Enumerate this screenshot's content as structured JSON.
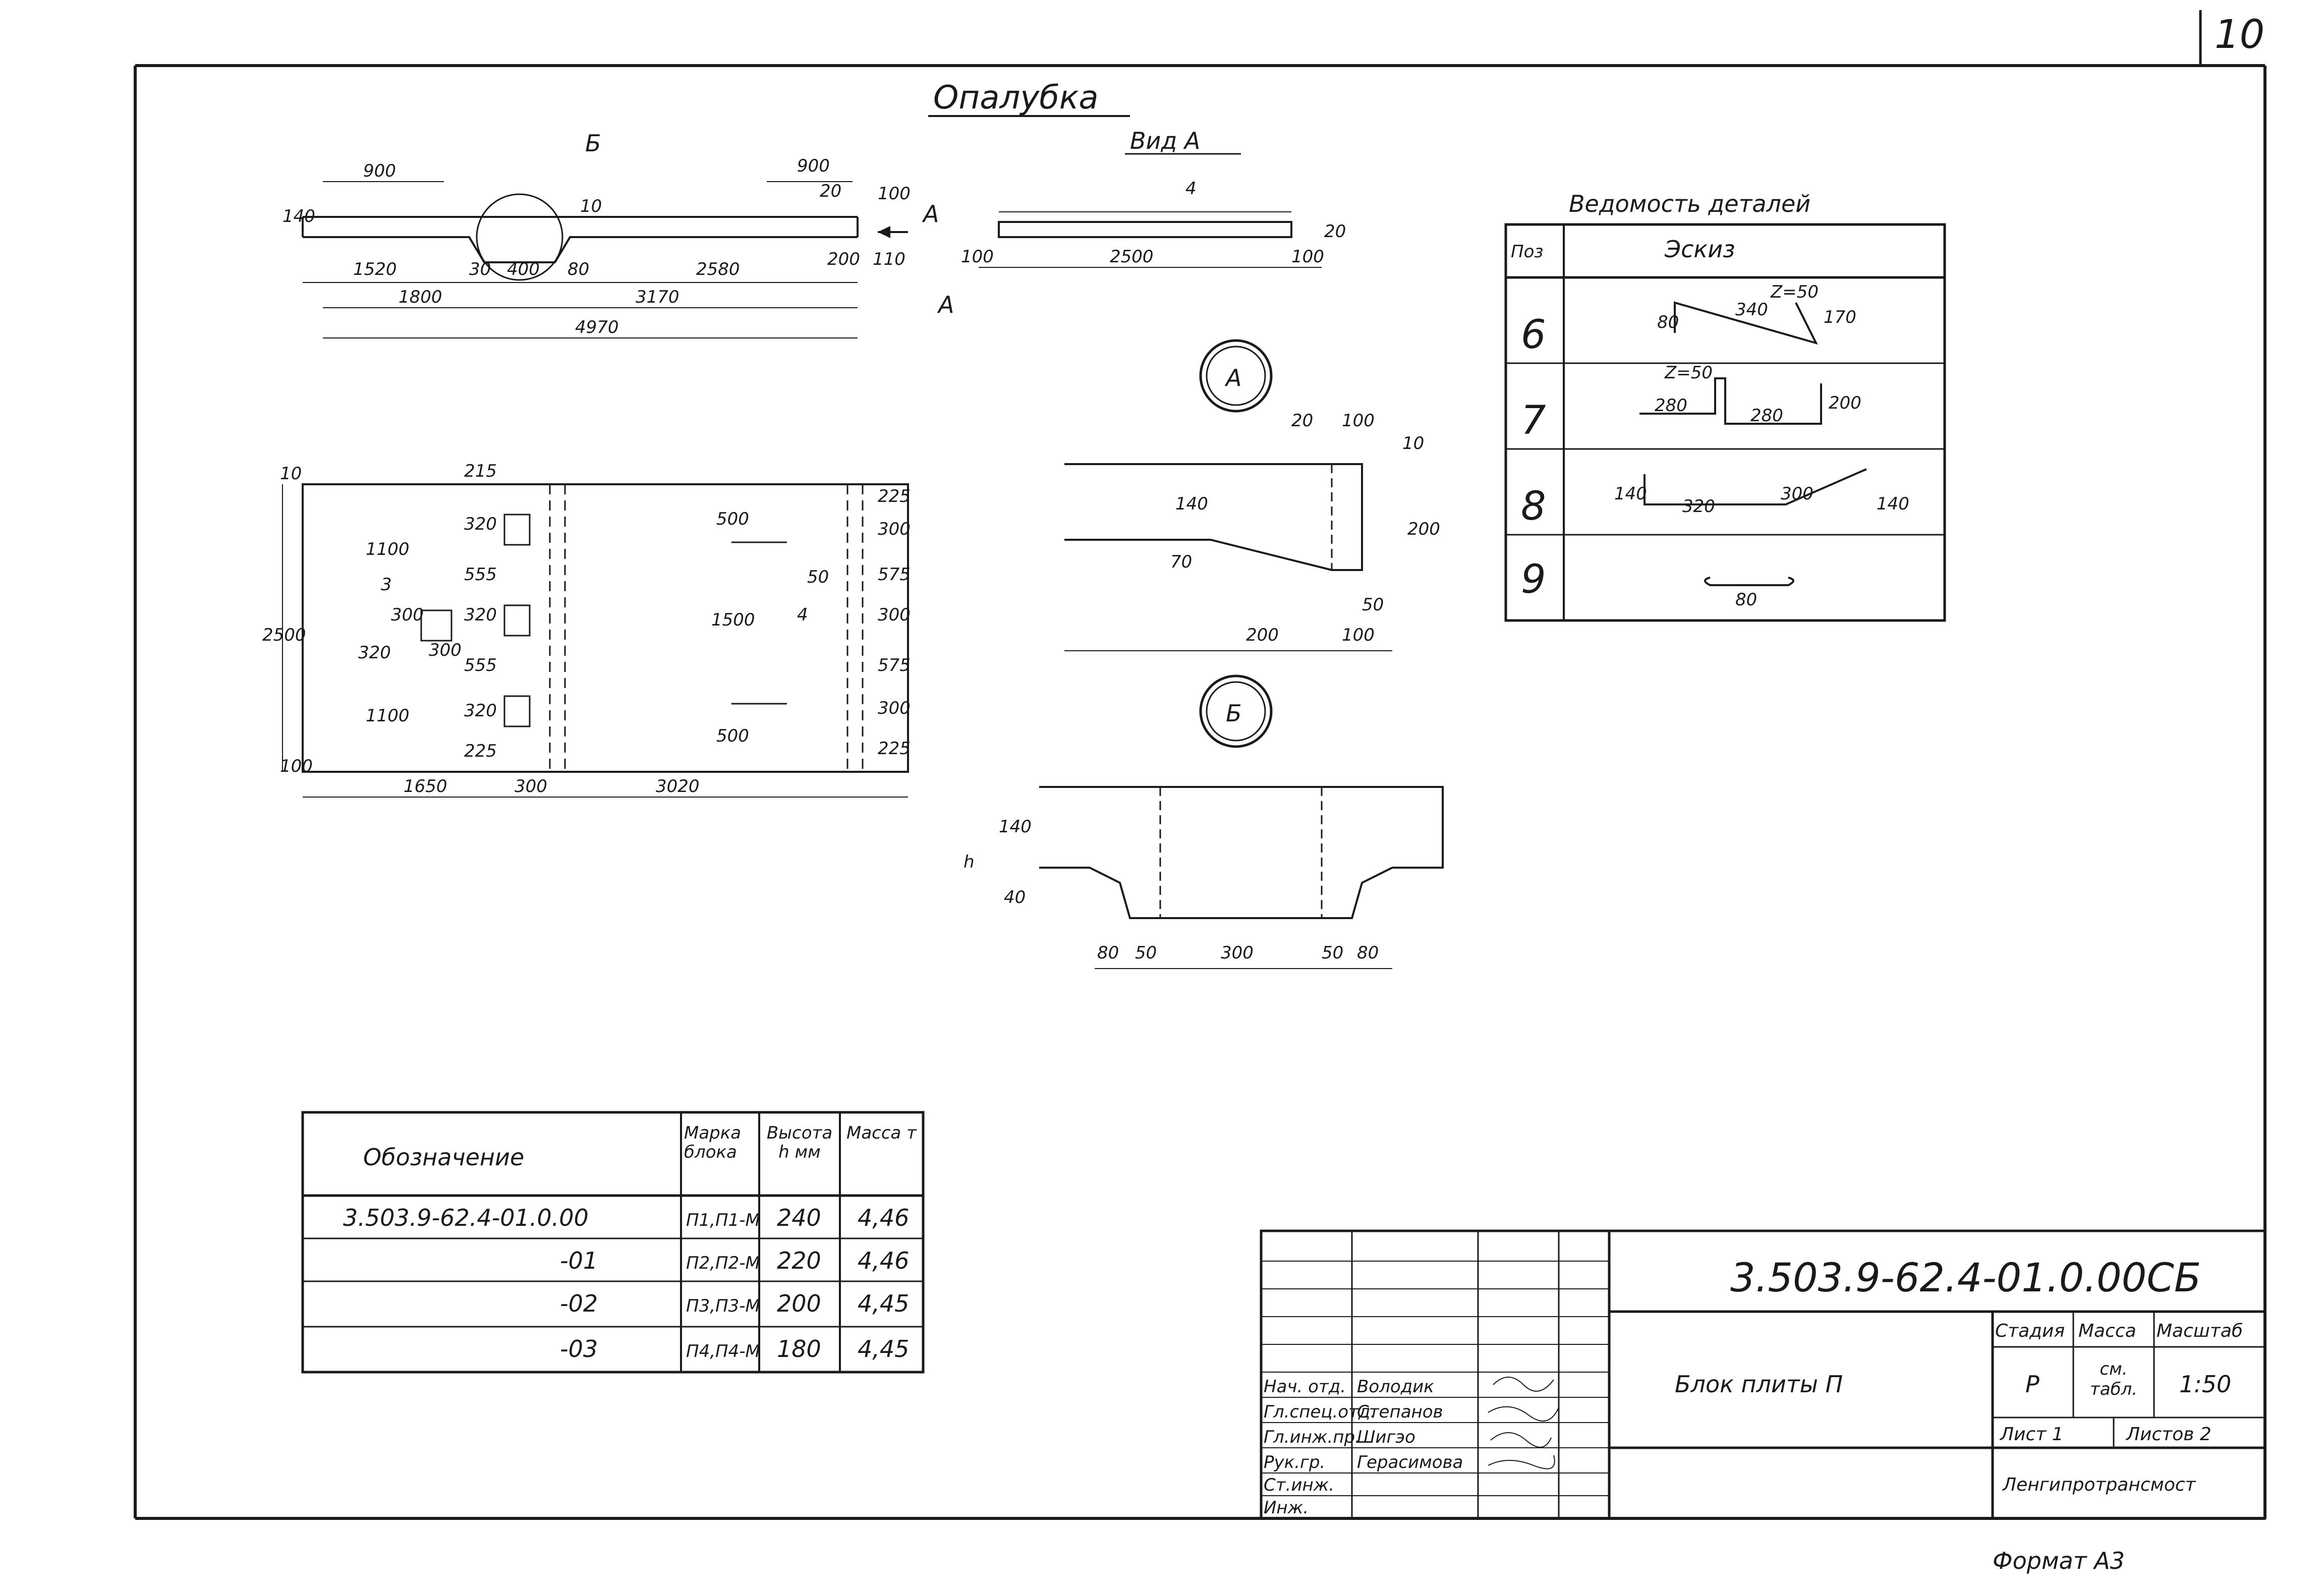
{
  "page": {
    "sheet_number": "10"
  },
  "formwork": {
    "title": "Опалубка",
    "view_a_title": "Вид А",
    "section_mark_a": "А",
    "section_mark_b": "Б",
    "callout_4": "4",
    "callout_3": "3",
    "elev_dims": [
      "900",
      "140",
      "1520",
      "30",
      "400",
      "80",
      "2580",
      "1800",
      "3170",
      "4970",
      "900",
      "20",
      "100",
      "10",
      "200",
      "110"
    ],
    "view_a_dims": [
      "100",
      "2500",
      "100",
      "20"
    ],
    "plan_dims": [
      "10",
      "2500",
      "100",
      "1100",
      "300",
      "320",
      "300",
      "1100",
      "1650",
      "300",
      "3020",
      "215",
      "320",
      "555",
      "320",
      "555",
      "320",
      "225",
      "500",
      "1500",
      "500",
      "225",
      "300",
      "575",
      "300",
      "575",
      "300",
      "225",
      "50"
    ],
    "detail_a_dims": [
      "20",
      "100",
      "10",
      "140",
      "200",
      "70",
      "50",
      "200",
      "100"
    ],
    "detail_b_dims": [
      "h",
      "140",
      "40",
      "80",
      "50",
      "300",
      "50",
      "80"
    ]
  },
  "parts_schedule": {
    "title": "Ведомость деталей",
    "headers": [
      "Поз",
      "Эскиз"
    ],
    "rows": [
      {
        "pos": "6",
        "dims": [
          "80",
          "340",
          "Z=50",
          "170"
        ]
      },
      {
        "pos": "7",
        "dims": [
          "Z=50",
          "280",
          "280",
          "200"
        ]
      },
      {
        "pos": "8",
        "dims": [
          "140",
          "320",
          "300",
          "140"
        ]
      },
      {
        "pos": "9",
        "dims": [
          "80"
        ]
      }
    ]
  },
  "designation_table": {
    "headers": {
      "designation": "Обозначение",
      "mark": "Марка блока",
      "height": "Высота h мм",
      "mass": "Масса т"
    },
    "rows": [
      {
        "designation": "3.503.9-62.4-01.0.00",
        "mark": "П1,П1-М",
        "height": "240",
        "mass": "4,46"
      },
      {
        "designation": "-01",
        "mark": "П2,П2-М",
        "height": "220",
        "mass": "4,46"
      },
      {
        "designation": "-02",
        "mark": "П3,П3-М",
        "height": "200",
        "mass": "4,45"
      },
      {
        "designation": "-03",
        "mark": "П4,П4-М",
        "height": "180",
        "mass": "4,45"
      }
    ]
  },
  "title_block": {
    "code": "3.503.9-62.4-01.0.00СБ",
    "name": "Блок плиты П",
    "stage_label": "Стадия",
    "mass_label": "Масса",
    "scale_label": "Масштаб",
    "stage": "Р",
    "mass": "см. табл.",
    "scale": "1:50",
    "sheet_label": "Лист 1",
    "sheets_label": "Листов 2",
    "organization": "Ленгипротрансмост",
    "staff": [
      {
        "role": "Нач. отд.",
        "name": "Володик"
      },
      {
        "role": "Гл.спец.отд.",
        "name": "Степанов"
      },
      {
        "role": "Гл.инж.пр.",
        "name": "Шигэо"
      },
      {
        "role": "Рук.гр.",
        "name": "Герасимова"
      },
      {
        "role": "Ст.инж.",
        "name": ""
      },
      {
        "role": "Инж.",
        "name": ""
      }
    ]
  },
  "footer": {
    "format_label": "Формат А3"
  }
}
